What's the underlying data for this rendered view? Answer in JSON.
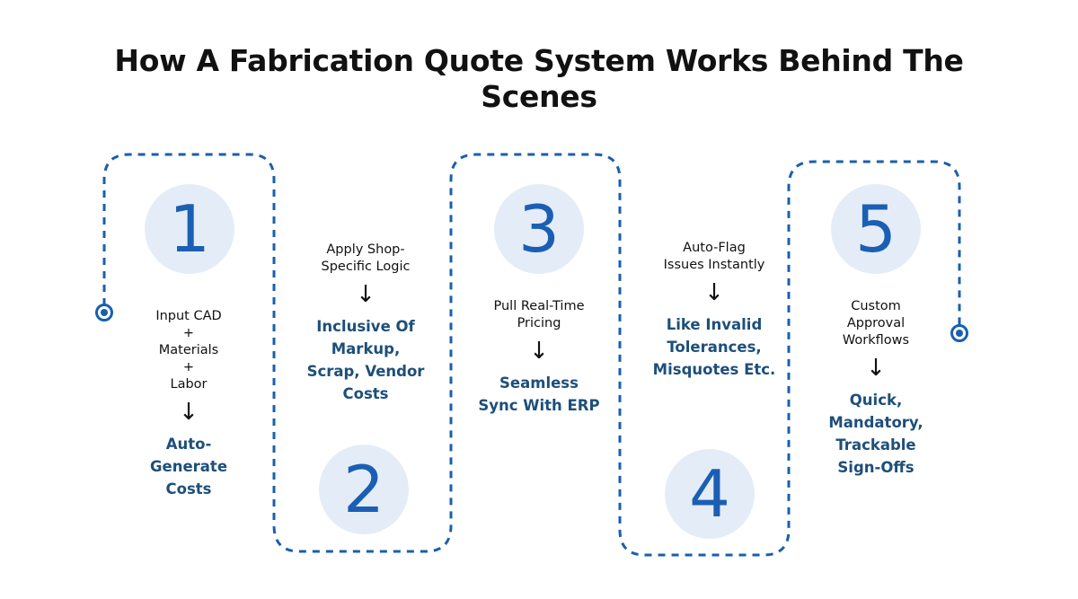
{
  "title": "How A Fabrication Quote System Works  Behind The Scenes",
  "colors": {
    "dash": "#1a5fad",
    "circle": "#e4edf7",
    "number": "#1b5fb4",
    "result": "#1d4f7a"
  },
  "steps": [
    {
      "number": "1",
      "label": "Input CAD\n+\nMaterials\n+\nLabor",
      "arrow": "↓",
      "result": "Auto-\nGenerate\nCosts"
    },
    {
      "number": "2",
      "label": "Apply Shop-\nSpecific Logic",
      "arrow": "↓",
      "result": "Inclusive Of\nMarkup,\nScrap, Vendor\nCosts"
    },
    {
      "number": "3",
      "label": "Pull Real-Time\nPricing",
      "arrow": "↓",
      "result": "Seamless\nSync With ERP"
    },
    {
      "number": "4",
      "label": "Auto-Flag\nIssues Instantly",
      "arrow": "↓",
      "result": "Like Invalid\nTolerances,\nMisquotes Etc."
    },
    {
      "number": "5",
      "label": "Custom\nApproval\nWorkflows",
      "arrow": "↓",
      "result": "Quick,\nMandatory,\nTrackable\nSign-Offs"
    }
  ]
}
